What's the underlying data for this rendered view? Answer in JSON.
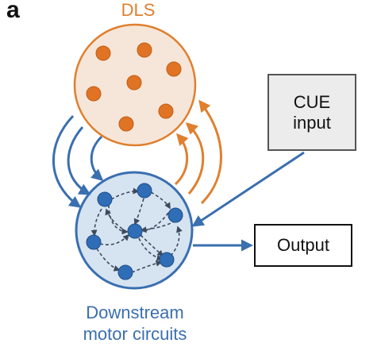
{
  "panel_label": "a",
  "dls": {
    "label": "DLS",
    "color": "#e07f2e",
    "fill": "#f6e6d9",
    "dot_color": "#e07324"
  },
  "downstream": {
    "label_line1": "Downstream",
    "label_line2": "motor circuits",
    "color": "#3a6fb0",
    "fill": "#d6e3f1",
    "dot_color": "#2f6db7"
  },
  "cue": {
    "line1": "CUE",
    "line2": "input"
  },
  "output": {
    "label": "Output"
  }
}
